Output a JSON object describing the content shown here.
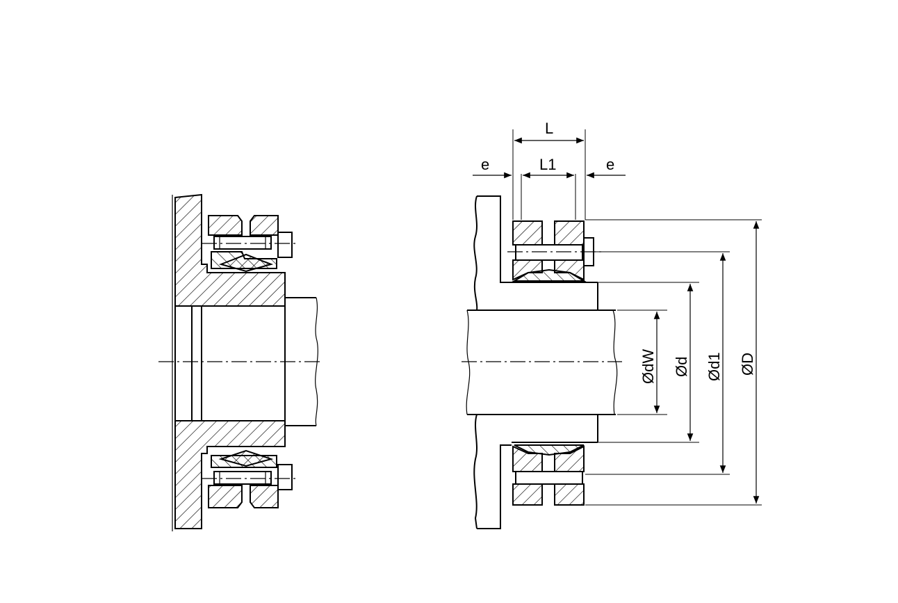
{
  "labels": {
    "L": "L",
    "L1": "L1",
    "e_left": "e",
    "e_right": "e",
    "dW": "ØdW",
    "d": "Ød",
    "d1": "Ød1",
    "D": "ØD"
  }
}
